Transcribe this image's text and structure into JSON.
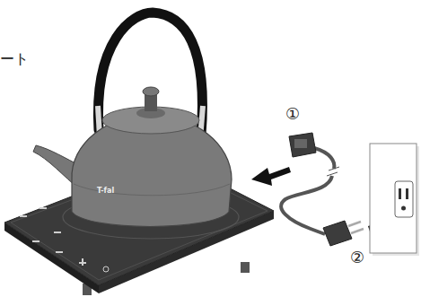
{
  "diagram": {
    "labels": [
      "ート",
      "①",
      "②",
      "T-fal"
    ]
  }
}
